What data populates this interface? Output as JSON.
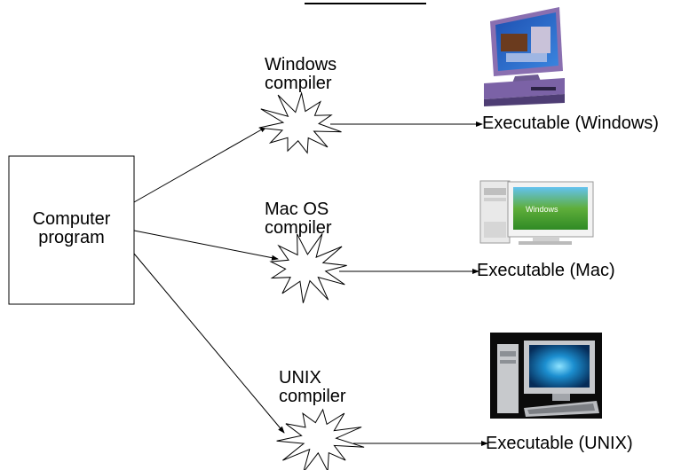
{
  "source": {
    "label": "Computer\nprogram"
  },
  "paths": [
    {
      "compiler": "Windows\ncompiler",
      "output": "Executable (Windows)",
      "image_icon": "sun-workstation-image"
    },
    {
      "compiler": "Mac OS\ncompiler",
      "output": "Executable (Mac)",
      "image_icon": "windows-xp-desktop-image"
    },
    {
      "compiler": "UNIX\ncompiler",
      "output": "Executable (UNIX)",
      "image_icon": "desktop-computer-image"
    }
  ],
  "colors": {
    "line": "#000000",
    "background": "#ffffff"
  }
}
